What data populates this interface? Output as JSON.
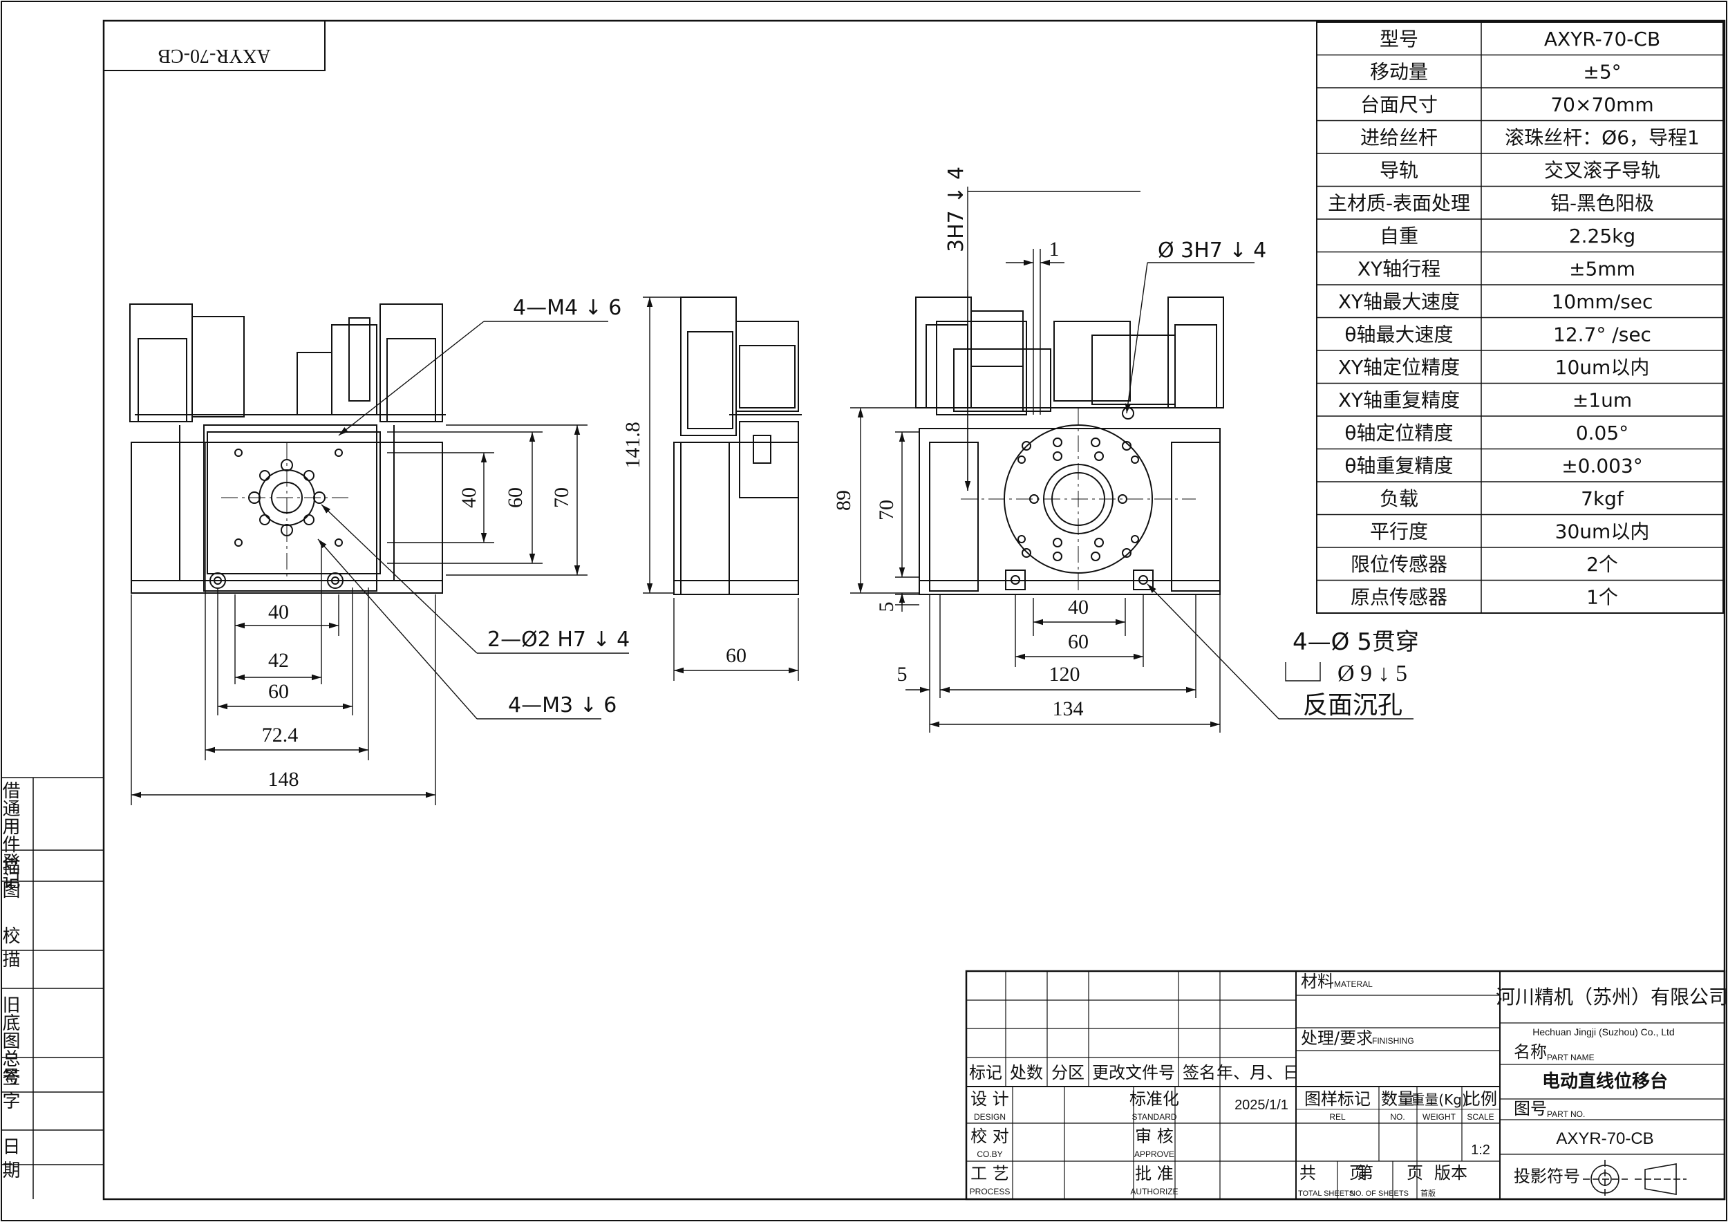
{
  "title_stamp": "AXYR-70-CB",
  "views": {
    "front": {
      "callouts": {
        "m4": "4—M4 ↓ 6",
        "pin": "2—Ø2 H7 ↓ 4",
        "m3": "4—M3 ↓ 6"
      },
      "horizontal_dims": [
        "40",
        "42",
        "60",
        "72.4",
        "148"
      ],
      "vertical_dims": [
        "40",
        "60",
        "70"
      ]
    },
    "side": {
      "vertical_dims": [
        "141.8"
      ],
      "horizontal_dims": [
        "60"
      ]
    },
    "rear": {
      "callouts": {
        "pin_side": "3H7 ↓ 4",
        "pin_top": "Ø 3H7 ↓ 4",
        "gap": "1",
        "holes": "4—Ø 5贯穿",
        "counterbore": "Ø 9 ↓ 5",
        "counterbore_note": "反面沉孔"
      },
      "vertical_dims": [
        "89",
        "70",
        "5"
      ],
      "horizontal_dims": [
        "40",
        "60",
        "5",
        "120",
        "134"
      ]
    }
  },
  "spec_table": [
    {
      "label": "型号",
      "value": "AXYR-70-CB"
    },
    {
      "label": "移动量",
      "value": "±5°"
    },
    {
      "label": "台面尺寸",
      "value": "70×70mm"
    },
    {
      "label": "进给丝杆",
      "value": "滚珠丝杆：Ø6，导程1"
    },
    {
      "label": "导轨",
      "value": "交叉滚子导轨"
    },
    {
      "label": "主材质-表面处理",
      "value": "铝-黑色阳极"
    },
    {
      "label": "自重",
      "value": "2.25kg"
    },
    {
      "label": "XY轴行程",
      "value": "±5mm"
    },
    {
      "label": "XY轴最大速度",
      "value": "10mm/sec"
    },
    {
      "label": "θ轴最大速度",
      "value": "12.7° /sec"
    },
    {
      "label": "XY轴定位精度",
      "value": "10um以内"
    },
    {
      "label": "XY轴重复精度",
      "value": "±1um"
    },
    {
      "label": "θ轴定位精度",
      "value": "0.05°"
    },
    {
      "label": "θ轴重复精度",
      "value": "±0.003°"
    },
    {
      "label": "负载",
      "value": "7kgf"
    },
    {
      "label": "平行度",
      "value": "30um以内"
    },
    {
      "label": "限位传感器",
      "value": "2个"
    },
    {
      "label": "原点传感器",
      "value": "1个"
    }
  ],
  "left_margin": [
    "借通用件登记",
    "描 图",
    "校 描",
    "旧底图总号",
    "签 字",
    "日 期"
  ],
  "title_block": {
    "rev_headers": [
      "标记",
      "处数",
      "分区",
      "更改文件号",
      "签名",
      "年、月、日"
    ],
    "design": "设 计",
    "design_en": "DESIGN",
    "check": "校 对",
    "check_en": "CO.BY",
    "process": "工 艺",
    "process_en": "PROCESS",
    "standard": "标准化",
    "standard_en": "STANDARD",
    "approve": "审 核",
    "approve_en": "APPROVE",
    "authorize": "批 准",
    "authorize_en": "AUTHORIZE",
    "date": "2025/1/1",
    "material": "材料",
    "material_en": "MATERAL",
    "finish": "处理/要求",
    "finish_en": "FINISHING",
    "rel": "图样标记",
    "rel_en": "REL",
    "qty": "数量",
    "qty_en": "NO.",
    "weight": "重量(Kg)",
    "weight_en": "WEIGHT",
    "scale": "比例",
    "scale_en": "SCALE",
    "scale_value": "1:2",
    "sheets_total": "共　　页",
    "sheets_total_en": "TOTAL SHEETS",
    "sheet_no": "第　　页",
    "sheet_no_en": "NO. OF SHEETS",
    "version": "版本",
    "version_en": "首版",
    "company_cn": "河川精机（苏州）有限公司",
    "company_en": "Hechuan Jingji (Suzhou) Co., Ltd",
    "part_name_label": "名称",
    "part_name_en": "PART NAME",
    "part_name": "电动直线位移台",
    "part_no_label": "图号",
    "part_no_en": "PART NO.",
    "part_no": "AXYR-70-CB",
    "projection_label": "投影符号"
  }
}
